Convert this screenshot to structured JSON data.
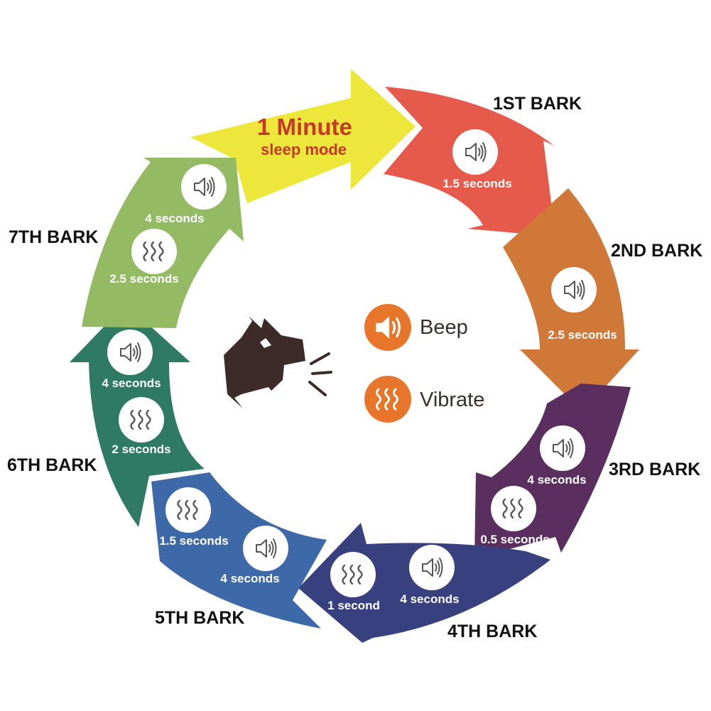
{
  "sleep_mode": {
    "title": "1 Minute",
    "subtitle": "sleep mode"
  },
  "legend": {
    "beep": "Beep",
    "vibrate": "Vibrate"
  },
  "colors": {
    "sleep": "#ece73a",
    "bark1": "#e55a4a",
    "bark2": "#cf7838",
    "bark3": "#5a2f5f",
    "bark4": "#38407f",
    "bark5": "#3e69a8",
    "bark6": "#2f7a62",
    "bark7": "#94bb64",
    "legend_icon": "#e8762a",
    "dog": "#3d2b29"
  },
  "barks": [
    {
      "label": "1ST BARK",
      "steps": [
        {
          "icon": "speaker-icon",
          "text": "1.5 seconds"
        }
      ]
    },
    {
      "label": "2ND BARK",
      "steps": [
        {
          "icon": "speaker-icon",
          "text": "2.5 seconds"
        }
      ]
    },
    {
      "label": "3RD BARK",
      "steps": [
        {
          "icon": "speaker-icon",
          "text": "4 seconds"
        },
        {
          "icon": "vibration-icon",
          "text": "0.5 seconds"
        }
      ]
    },
    {
      "label": "4TH BARK",
      "steps": [
        {
          "icon": "speaker-icon",
          "text": "4 seconds"
        },
        {
          "icon": "vibration-icon",
          "text": "1 second"
        }
      ]
    },
    {
      "label": "5TH BARK",
      "steps": [
        {
          "icon": "speaker-icon",
          "text": "4 seconds"
        },
        {
          "icon": "vibration-icon",
          "text": "1.5 seconds"
        }
      ]
    },
    {
      "label": "6TH BARK",
      "steps": [
        {
          "icon": "speaker-icon",
          "text": "4 seconds"
        },
        {
          "icon": "vibration-icon",
          "text": "2 seconds"
        }
      ]
    },
    {
      "label": "7TH BARK",
      "steps": [
        {
          "icon": "speaker-icon",
          "text": "4 seconds"
        },
        {
          "icon": "vibration-icon",
          "text": "2.5 seconds"
        }
      ]
    }
  ]
}
